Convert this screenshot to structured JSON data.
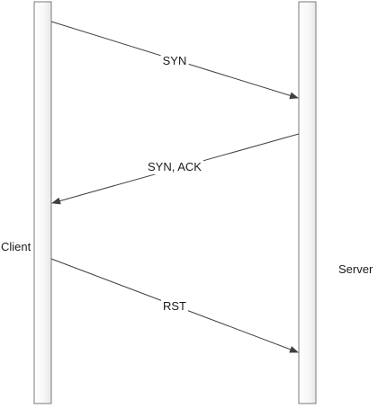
{
  "participants": {
    "client": {
      "label": "Client"
    },
    "server": {
      "label": "Server"
    }
  },
  "messages": [
    {
      "label": "SYN",
      "from": "client",
      "to": "server"
    },
    {
      "label": "SYN, ACK",
      "from": "server",
      "to": "client"
    },
    {
      "label": "RST",
      "from": "client",
      "to": "server"
    }
  ],
  "colors": {
    "lifeline_fill": "#f7f7f7",
    "lifeline_stroke": "#7a7a7a",
    "arrow": "#404040"
  }
}
